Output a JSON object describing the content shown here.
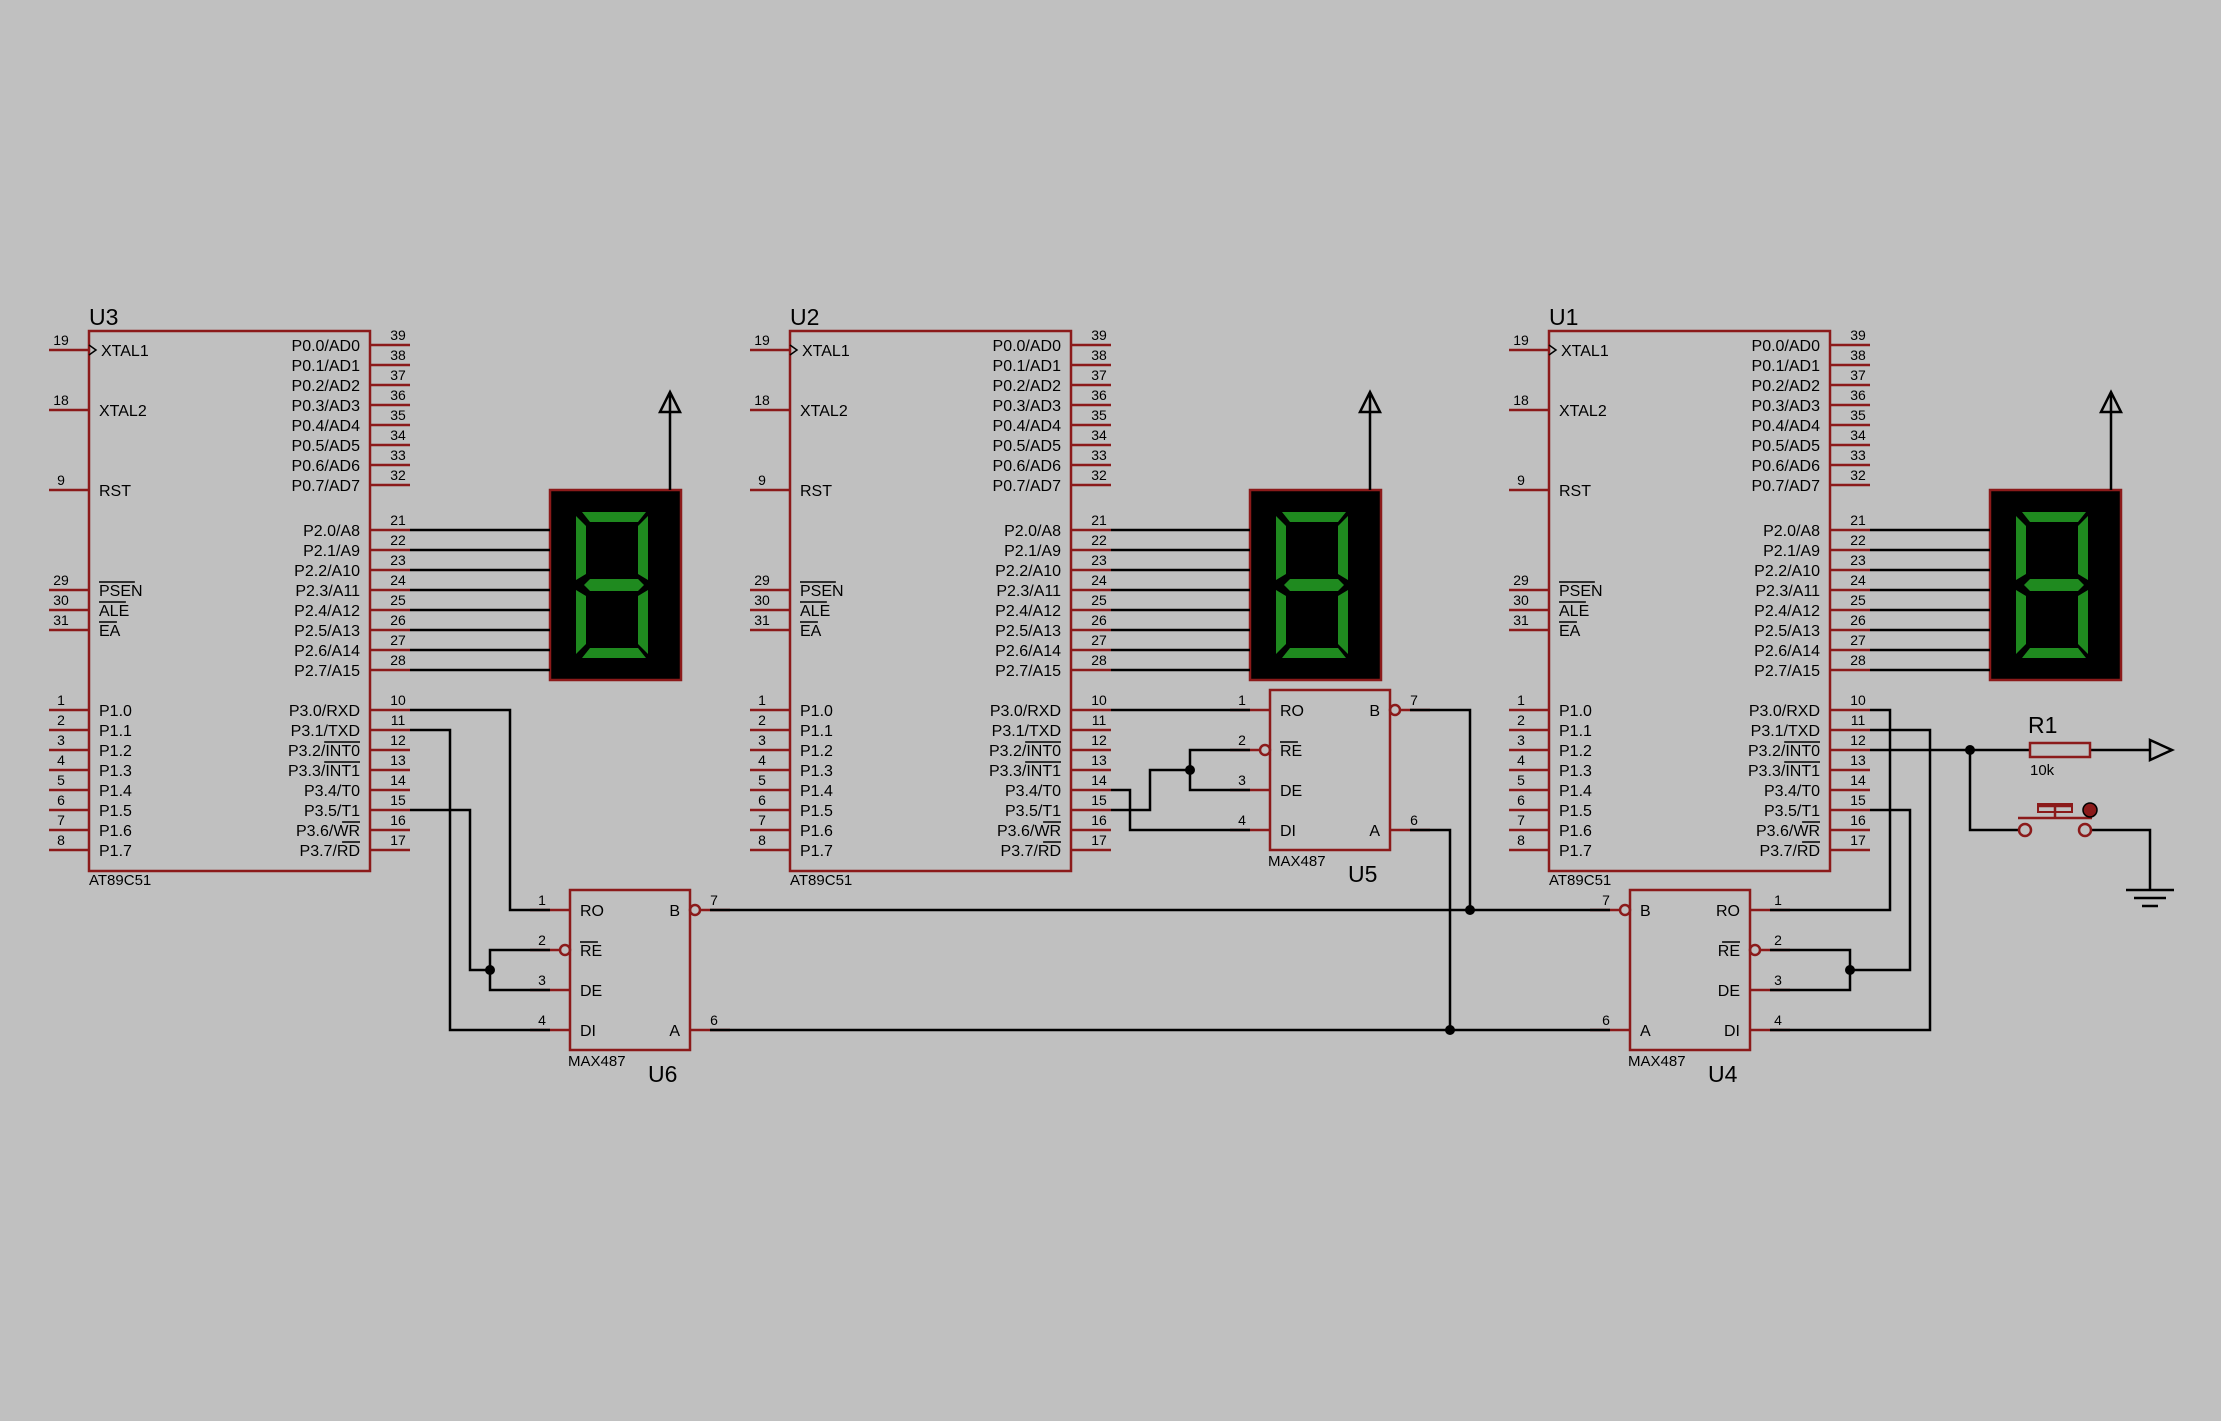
{
  "colors": {
    "background": "#c0c0c0",
    "component": "#8b1a1a",
    "wire": "#000000",
    "segment_on": "#1f8a1f",
    "display_bg": "#000000"
  },
  "mcus": [
    {
      "ref": "U3",
      "part": "AT89C51"
    },
    {
      "ref": "U2",
      "part": "AT89C51"
    },
    {
      "ref": "U1",
      "part": "AT89C51"
    }
  ],
  "mcu_left_pins": [
    {
      "num": "19",
      "label": "XTAL1",
      "clock": true
    },
    {
      "num": "18",
      "label": "XTAL2"
    },
    {
      "num": "9",
      "label": "RST"
    },
    {
      "num": "29",
      "label": "PSEN",
      "bar": true
    },
    {
      "num": "30",
      "label": "ALE",
      "bar": true
    },
    {
      "num": "31",
      "label": "EA",
      "bar": true
    },
    {
      "num": "1",
      "label": "P1.0"
    },
    {
      "num": "2",
      "label": "P1.1"
    },
    {
      "num": "3",
      "label": "P1.2"
    },
    {
      "num": "4",
      "label": "P1.3"
    },
    {
      "num": "5",
      "label": "P1.4"
    },
    {
      "num": "6",
      "label": "P1.5"
    },
    {
      "num": "7",
      "label": "P1.6"
    },
    {
      "num": "8",
      "label": "P1.7"
    }
  ],
  "mcu_right_pins": [
    {
      "num": "39",
      "label": "P0.0/AD0"
    },
    {
      "num": "38",
      "label": "P0.1/AD1"
    },
    {
      "num": "37",
      "label": "P0.2/AD2"
    },
    {
      "num": "36",
      "label": "P0.3/AD3"
    },
    {
      "num": "35",
      "label": "P0.4/AD4"
    },
    {
      "num": "34",
      "label": "P0.5/AD5"
    },
    {
      "num": "33",
      "label": "P0.6/AD6"
    },
    {
      "num": "32",
      "label": "P0.7/AD7"
    },
    {
      "num": "21",
      "label": "P2.0/A8"
    },
    {
      "num": "22",
      "label": "P2.1/A9"
    },
    {
      "num": "23",
      "label": "P2.2/A10"
    },
    {
      "num": "24",
      "label": "P2.3/A11"
    },
    {
      "num": "25",
      "label": "P2.4/A12"
    },
    {
      "num": "26",
      "label": "P2.5/A13"
    },
    {
      "num": "27",
      "label": "P2.6/A14"
    },
    {
      "num": "28",
      "label": "P2.7/A15"
    },
    {
      "num": "10",
      "label": "P3.0/RXD"
    },
    {
      "num": "11",
      "label": "P3.1/TXD"
    },
    {
      "num": "12",
      "label": "P3.2/INT0",
      "barpart": "INT0"
    },
    {
      "num": "13",
      "label": "P3.3/INT1",
      "barpart": "INT1"
    },
    {
      "num": "14",
      "label": "P3.4/T0"
    },
    {
      "num": "15",
      "label": "P3.5/T1"
    },
    {
      "num": "16",
      "label": "P3.6/WR",
      "barpart": "WR"
    },
    {
      "num": "17",
      "label": "P3.7/RD",
      "barpart": "RD"
    }
  ],
  "transceivers": [
    {
      "ref": "U6",
      "part": "MAX487"
    },
    {
      "ref": "U5",
      "part": "MAX487"
    },
    {
      "ref": "U4",
      "part": "MAX487"
    }
  ],
  "max_pins": {
    "ro": {
      "num": "1",
      "label": "RO"
    },
    "re": {
      "num": "2",
      "label": "RE"
    },
    "de": {
      "num": "3",
      "label": "DE"
    },
    "di": {
      "num": "4",
      "label": "DI"
    },
    "b": {
      "num": "7",
      "label": "B"
    },
    "a": {
      "num": "6",
      "label": "A"
    }
  },
  "resistor": {
    "ref": "R1",
    "value": "10k"
  },
  "displays_digit": "8"
}
